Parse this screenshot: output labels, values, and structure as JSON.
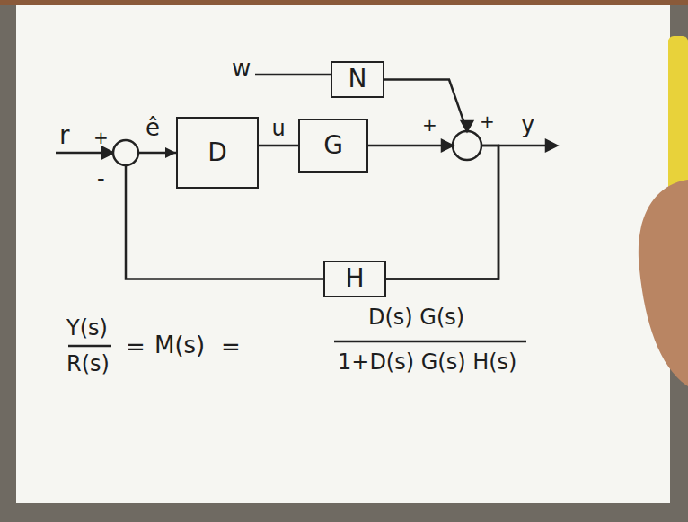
{
  "diagram": {
    "nodes": [
      {
        "text": [
          "N"
        ]
      },
      {
        "text": [
          "D"
        ]
      },
      {
        "text": [
          "G"
        ]
      },
      {
        "text": [
          "H"
        ]
      }
    ],
    "edges": [
      {
        "from": 1,
        "to": 2,
        "label": "u",
        "arrow": "none"
      },
      {
        "from": 2,
        "to": 3,
        "arrow": "none"
      },
      {
        "from": 0,
        "to": 3,
        "arrow": "none"
      },
      {
        "from": 3,
        "to": 1,
        "arrow": "to"
      }
    ],
    "labels": [
      "r",
      "+",
      "-",
      "ê",
      "w",
      "+",
      "+",
      "y",
      "Y(s)",
      "R(s)",
      "=",
      "M(s)",
      "=",
      "D(s) G(s)",
      "1+D(s) G(s) H(s)"
    ]
  }
}
